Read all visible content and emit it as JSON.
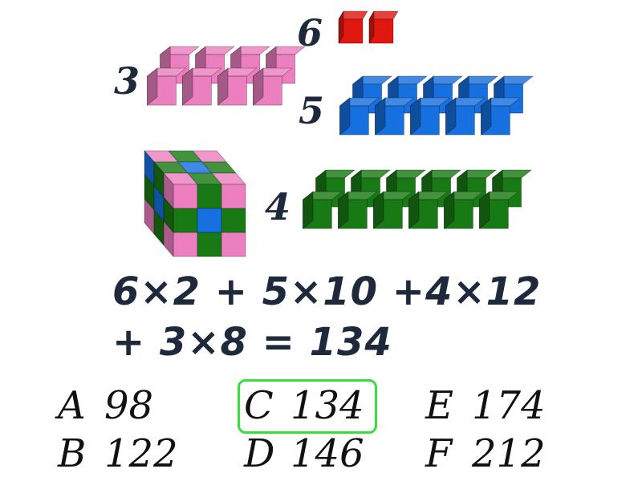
{
  "groups": [
    {
      "label": "6",
      "color": "#e01810",
      "count": 2
    },
    {
      "label": "3",
      "color": "#ec7fc0",
      "count": 8
    },
    {
      "label": "5",
      "color": "#1670e0",
      "count": 10
    },
    {
      "label": "4",
      "color": "#187a14",
      "count": 12
    }
  ],
  "equation": {
    "line1": "6×2 + 5×10 +4×12",
    "line2": "+ 3×8 = 134"
  },
  "options": [
    {
      "letter": "A",
      "value": "98"
    },
    {
      "letter": "B",
      "value": "122"
    },
    {
      "letter": "C",
      "value": "134",
      "selected": true
    },
    {
      "letter": "D",
      "value": "146"
    },
    {
      "letter": "E",
      "value": "174"
    },
    {
      "letter": "F",
      "value": "212"
    }
  ],
  "colors": {
    "red": "#e01810",
    "pink": "#ec7fc0",
    "blue": "#1670e0",
    "green": "#187a14",
    "highlight": "#36e03c",
    "text": "#1e2a3c"
  }
}
